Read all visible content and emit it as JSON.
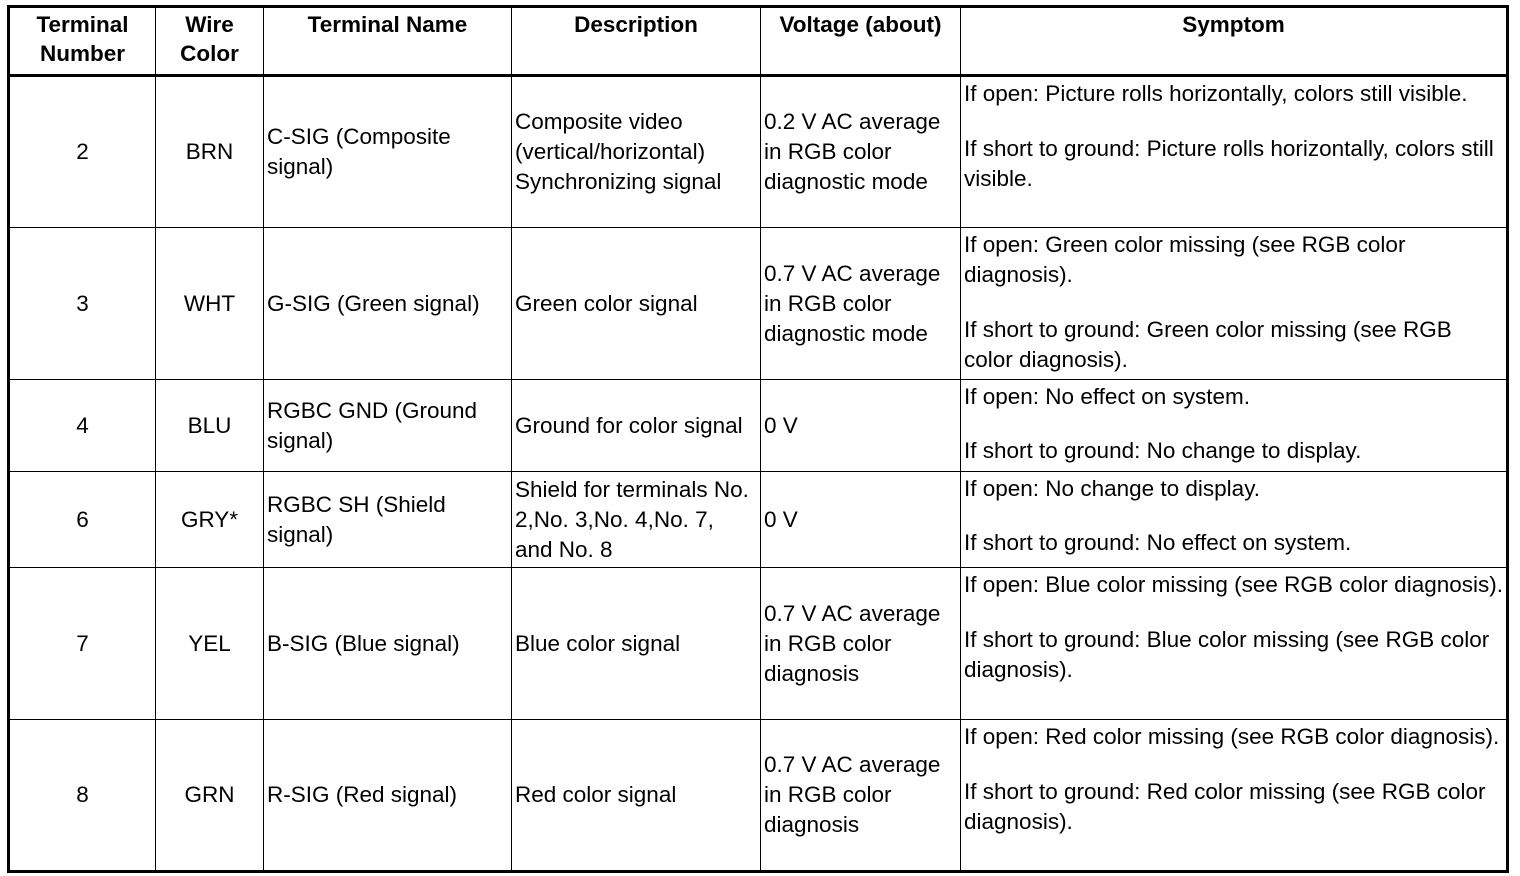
{
  "table": {
    "headers": {
      "terminal_number": "Terminal Number",
      "wire_color": "Wire Color",
      "terminal_name": "Terminal Name",
      "description": "Description",
      "voltage": "Voltage (about)",
      "symptom": "Symptom"
    },
    "rows": [
      {
        "terminal": "2",
        "wire": "BRN",
        "name": "C-SIG (Composite signal)",
        "description": "Composite video (vertical/horizontal) Synchronizing signal",
        "voltage": "0.2 V AC average in RGB color diagnostic mode",
        "symptom_open": "If open: Picture rolls horizontally, colors still visible.",
        "symptom_short": "If short to ground: Picture rolls horizontally, colors still visible."
      },
      {
        "terminal": "3",
        "wire": "WHT",
        "name": "G-SIG (Green signal)",
        "description": "Green color signal",
        "voltage": "0.7 V AC average in RGB color diagnostic mode",
        "symptom_open": "If open: Green color missing (see RGB color diagnosis).",
        "symptom_short": "If short to ground: Green color missing (see RGB color diagnosis)."
      },
      {
        "terminal": "4",
        "wire": "BLU",
        "name": "RGBC GND (Ground signal)",
        "description": "Ground for color signal",
        "voltage": "0 V",
        "symptom_open": "If open: No effect on system.",
        "symptom_short": "If short to ground: No change to display."
      },
      {
        "terminal": "6",
        "wire": "GRY*",
        "name": "RGBC SH (Shield signal)",
        "description": "Shield for terminals No. 2,No. 3,No. 4,No. 7,   and No. 8",
        "voltage": "0 V",
        "symptom_open": "If open: No change to display.",
        "symptom_short": "If short to ground: No effect on system."
      },
      {
        "terminal": "7",
        "wire": "YEL",
        "name": "B-SIG (Blue signal)",
        "description": "Blue color signal",
        "voltage": "0.7 V AC average in RGB color diagnosis",
        "symptom_open": "If open: Blue color missing (see RGB color diagnosis).",
        "symptom_short": "If short to ground: Blue color missing (see RGB color diagnosis)."
      },
      {
        "terminal": "8",
        "wire": "GRN",
        "name": "R-SIG (Red signal)",
        "description": "Red color signal",
        "voltage": "0.7 V AC average in RGB color diagnosis",
        "symptom_open": "If open: Red color missing (see RGB color diagnosis).",
        "symptom_short": "If short to ground: Red color missing (see RGB color diagnosis)."
      }
    ]
  }
}
